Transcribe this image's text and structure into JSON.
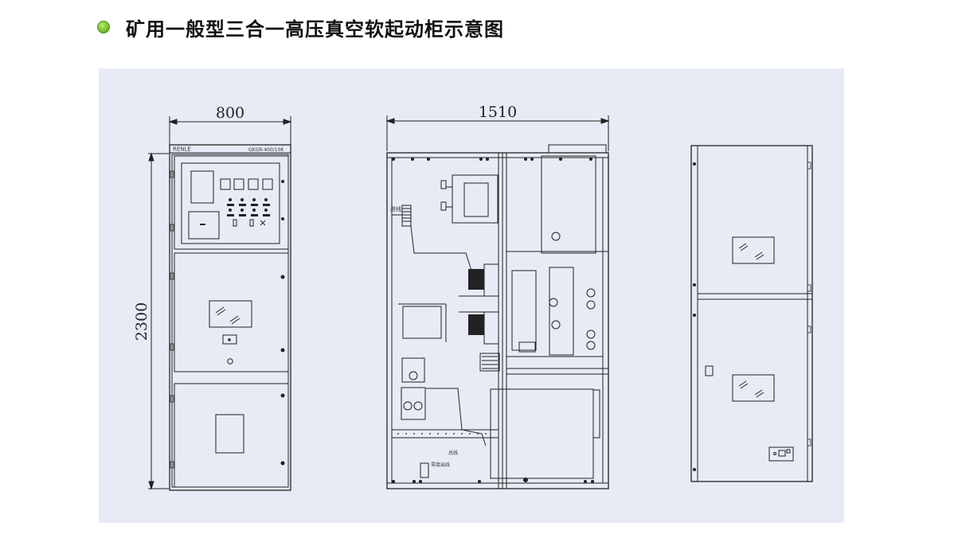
{
  "title": "矿用一般型三合一高压真空软起动柜示意图",
  "colors": {
    "bullet": "#7cc23a",
    "panel_bg": "#e7ebf6",
    "line": "#222222"
  },
  "front_view": {
    "width_label": "800",
    "height_label": "2300",
    "brand_label": "RENLE",
    "model_label": "GKGR-400/10K"
  },
  "side_view": {
    "width_label": "1510",
    "incoming_label": "进线",
    "bus_label": "总线",
    "outgoing_label": "零接出线"
  },
  "icons": [
    "bullet-icon",
    "window-icon",
    "keyhole-icon",
    "handle-icon"
  ]
}
